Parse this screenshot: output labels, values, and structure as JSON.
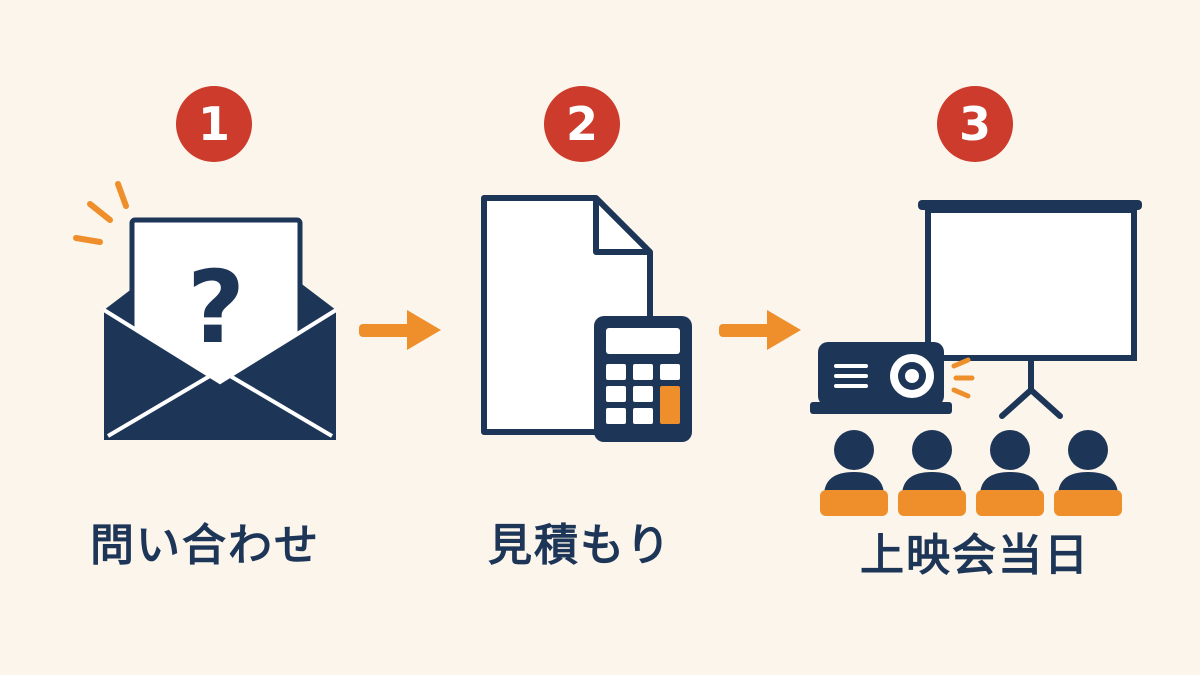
{
  "colors": {
    "background": "#fbf5ec",
    "navy": "#1d3557",
    "badge_red": "#cc3b2b",
    "accent_orange": "#ee8f2c",
    "paper_white": "#ffffff"
  },
  "steps": [
    {
      "number": "1",
      "label": "問い合わせ",
      "icon": "envelope-question-icon"
    },
    {
      "number": "2",
      "label": "見積もり",
      "icon": "document-calculator-icon"
    },
    {
      "number": "3",
      "label": "上映会当日",
      "icon": "projector-screen-audience-icon"
    }
  ],
  "connectors": [
    {
      "icon": "arrow-right-icon"
    },
    {
      "icon": "arrow-right-icon"
    }
  ]
}
